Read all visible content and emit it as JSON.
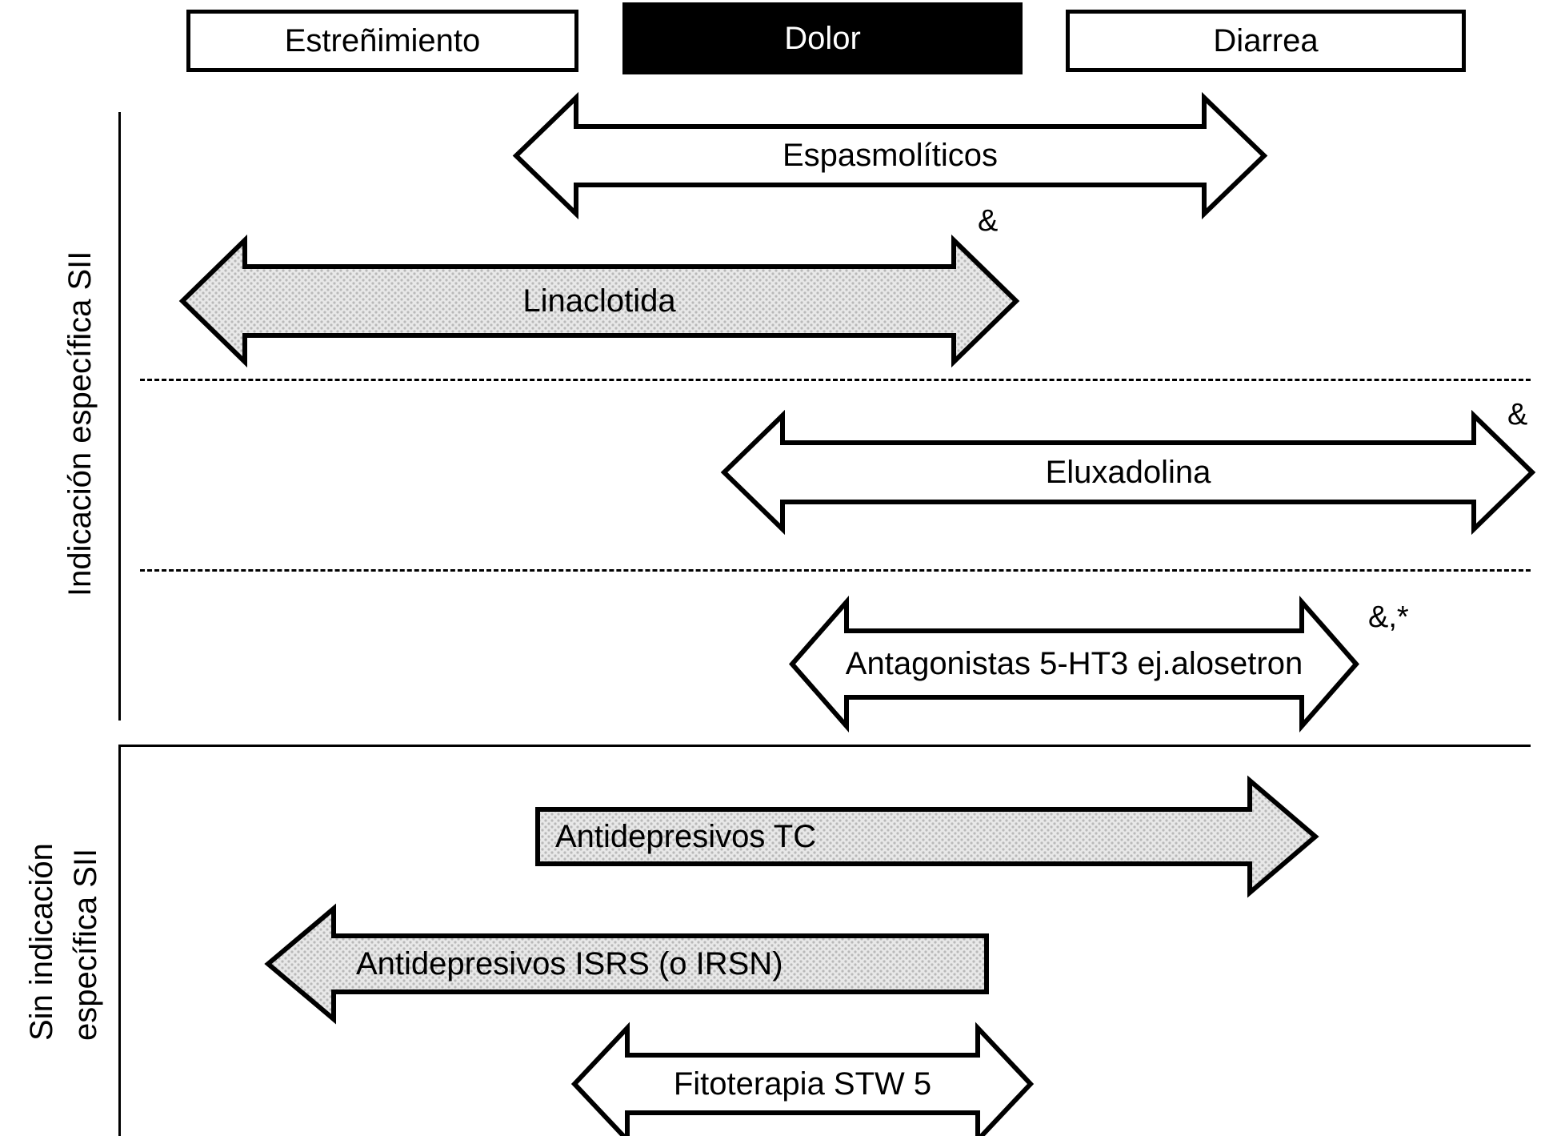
{
  "headers": [
    {
      "label": "Estreñimiento",
      "style": "light"
    },
    {
      "label": "Dolor",
      "style": "dark"
    },
    {
      "label": "Diarrea",
      "style": "light"
    }
  ],
  "axis": {
    "top_label": "Indicación específica SII",
    "bottom_label_line1": "Sin indicación",
    "bottom_label_line2": "específica SII"
  },
  "arrows": [
    {
      "label": "Espasmolíticos",
      "fill": "white",
      "heads": "both",
      "note": "&"
    },
    {
      "label": "Linaclotida",
      "fill": "hatched",
      "heads": "both",
      "note": "&"
    },
    {
      "label": "Eluxadolina",
      "fill": "white",
      "heads": "both",
      "note": "&"
    },
    {
      "label": "Antagonistas 5-HT3 ej.alosetron",
      "fill": "white",
      "heads": "both",
      "note": "&,*"
    },
    {
      "label": "Antidepresivos TC",
      "fill": "hatched",
      "heads": "right",
      "note": ""
    },
    {
      "label": "Antidepresivos ISRS (o IRSN)",
      "fill": "hatched",
      "heads": "left",
      "note": ""
    },
    {
      "label": "Fitoterapia STW 5",
      "fill": "white",
      "heads": "both",
      "note": ""
    }
  ],
  "colors": {
    "stroke": "#000000",
    "white_fill": "#ffffff",
    "hatched_fill": "#e0e0e0",
    "dark_header_bg": "#000000"
  }
}
